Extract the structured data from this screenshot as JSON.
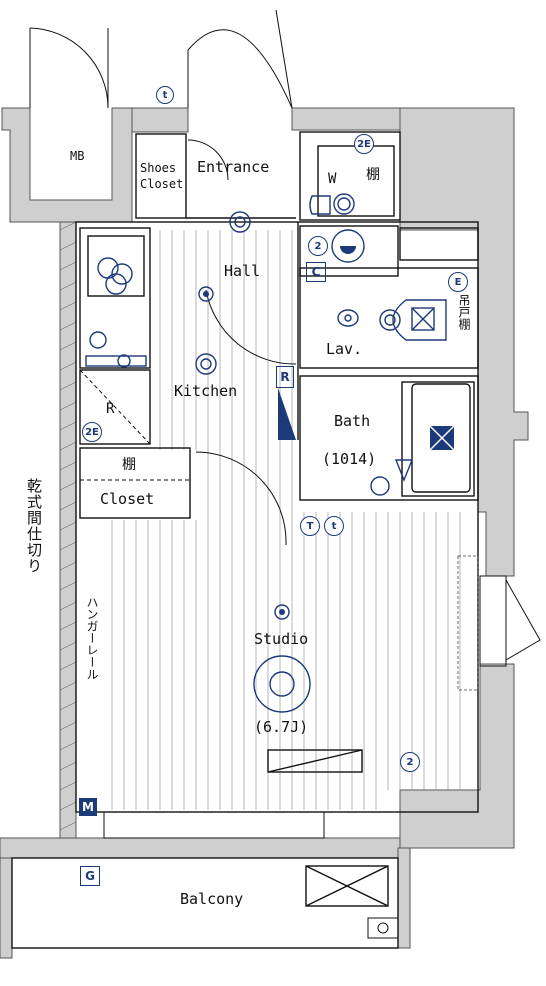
{
  "rooms": {
    "mb": "MB",
    "shoes_closet_1": "Shoes",
    "shoes_closet_2": "Closet",
    "entrance": "Entrance",
    "w": "W",
    "shelf_w": "棚",
    "hall": "Hall",
    "kitchen": "Kitchen",
    "lav": "Lav.",
    "tsuri_shelf": "吊戸棚",
    "bath": "Bath",
    "bath_size": "(1014)",
    "refrigerator": "R",
    "closet_shelf": "棚",
    "closet": "Closet",
    "dryer_partition": "乾式間仕切り",
    "hanger_rail": "ハンガーレール",
    "studio": "Studio",
    "studio_size": "(6.7J)",
    "balcony": "Balcony"
  },
  "symbols": {
    "c": "C",
    "r_box": "R",
    "m": "M",
    "g": "G",
    "e": "E",
    "two": "2",
    "two_e": "2E",
    "t": "T",
    "t_small": "t"
  },
  "colors": {
    "wall": "#cfcfcf",
    "line": "#111111",
    "symbol": "#1c3a7a"
  }
}
